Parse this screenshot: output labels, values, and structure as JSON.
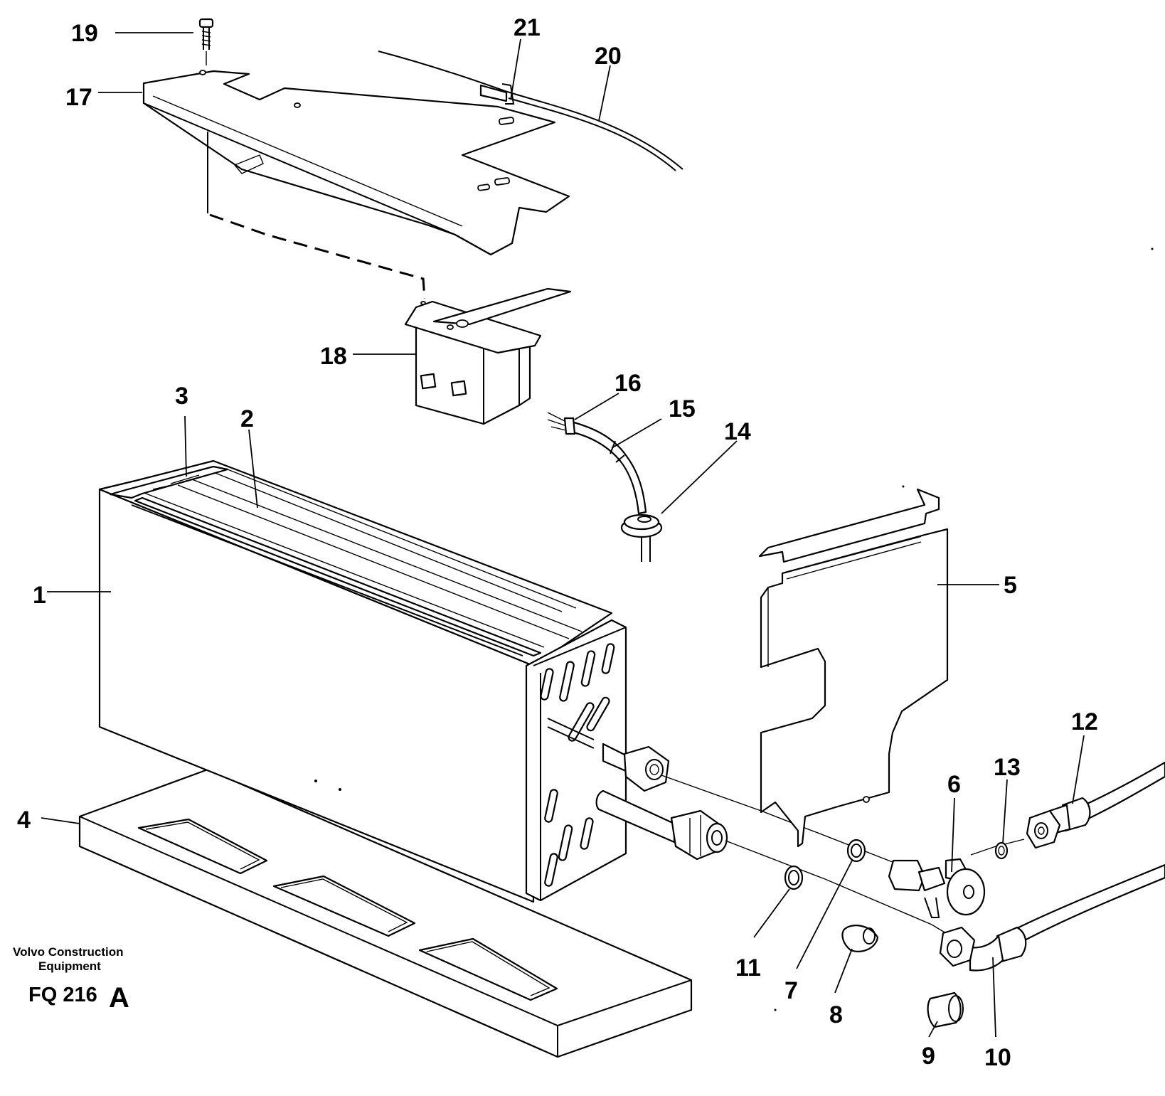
{
  "diagram": {
    "callouts": [
      "1",
      "2",
      "3",
      "4",
      "5",
      "6",
      "7",
      "8",
      "9",
      "10",
      "11",
      "12",
      "13",
      "14",
      "15",
      "16",
      "17",
      "18",
      "19",
      "20",
      "21"
    ],
    "brand_line1": "Volvo Construction",
    "brand_line2": "Equipment",
    "figure_code": "FQ 216",
    "figure_revision": "A"
  }
}
